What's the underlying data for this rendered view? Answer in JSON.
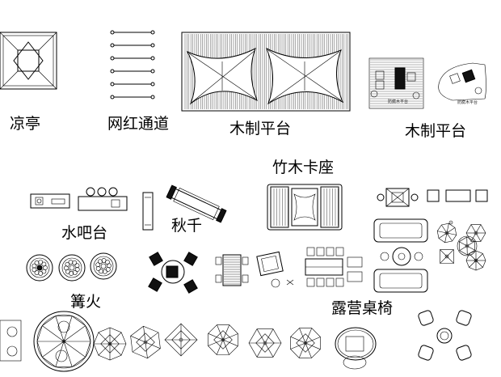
{
  "labels": {
    "pavilion": "凉亭",
    "influencer_path": "网红通道",
    "wood_platform_1": "木制平台",
    "wood_platform_2": "木制平台",
    "bamboo_booth": "竹木卡座",
    "water_bar": "水吧台",
    "swing": "秋千",
    "bonfire": "篝火",
    "camping_tables": "露营桌椅",
    "thumb_caption_1": "防腐木平台",
    "thumb_caption_2": "防腐木平台"
  },
  "icons": [
    "pavilion-icon",
    "path-steps-icon",
    "deck-canopy-icon",
    "deck-thumb-icon",
    "bar-counter-icon",
    "swing-icon",
    "booth-icon",
    "fire-pit-icon",
    "camping-table-icon",
    "umbrella-icon",
    "sofa-icon"
  ]
}
